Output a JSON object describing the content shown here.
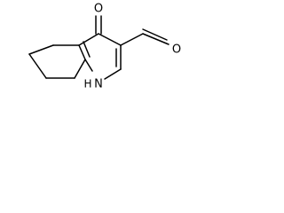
{
  "structure": {
    "atoms": {
      "ketone_oxygen": "O",
      "aldehyde_oxygen": "O",
      "ring_nitrogen": "N",
      "nitrogen_hydrogen": "H"
    },
    "colors": {
      "bond": "#000000",
      "label": "#000000",
      "background": "#ffffff"
    }
  }
}
